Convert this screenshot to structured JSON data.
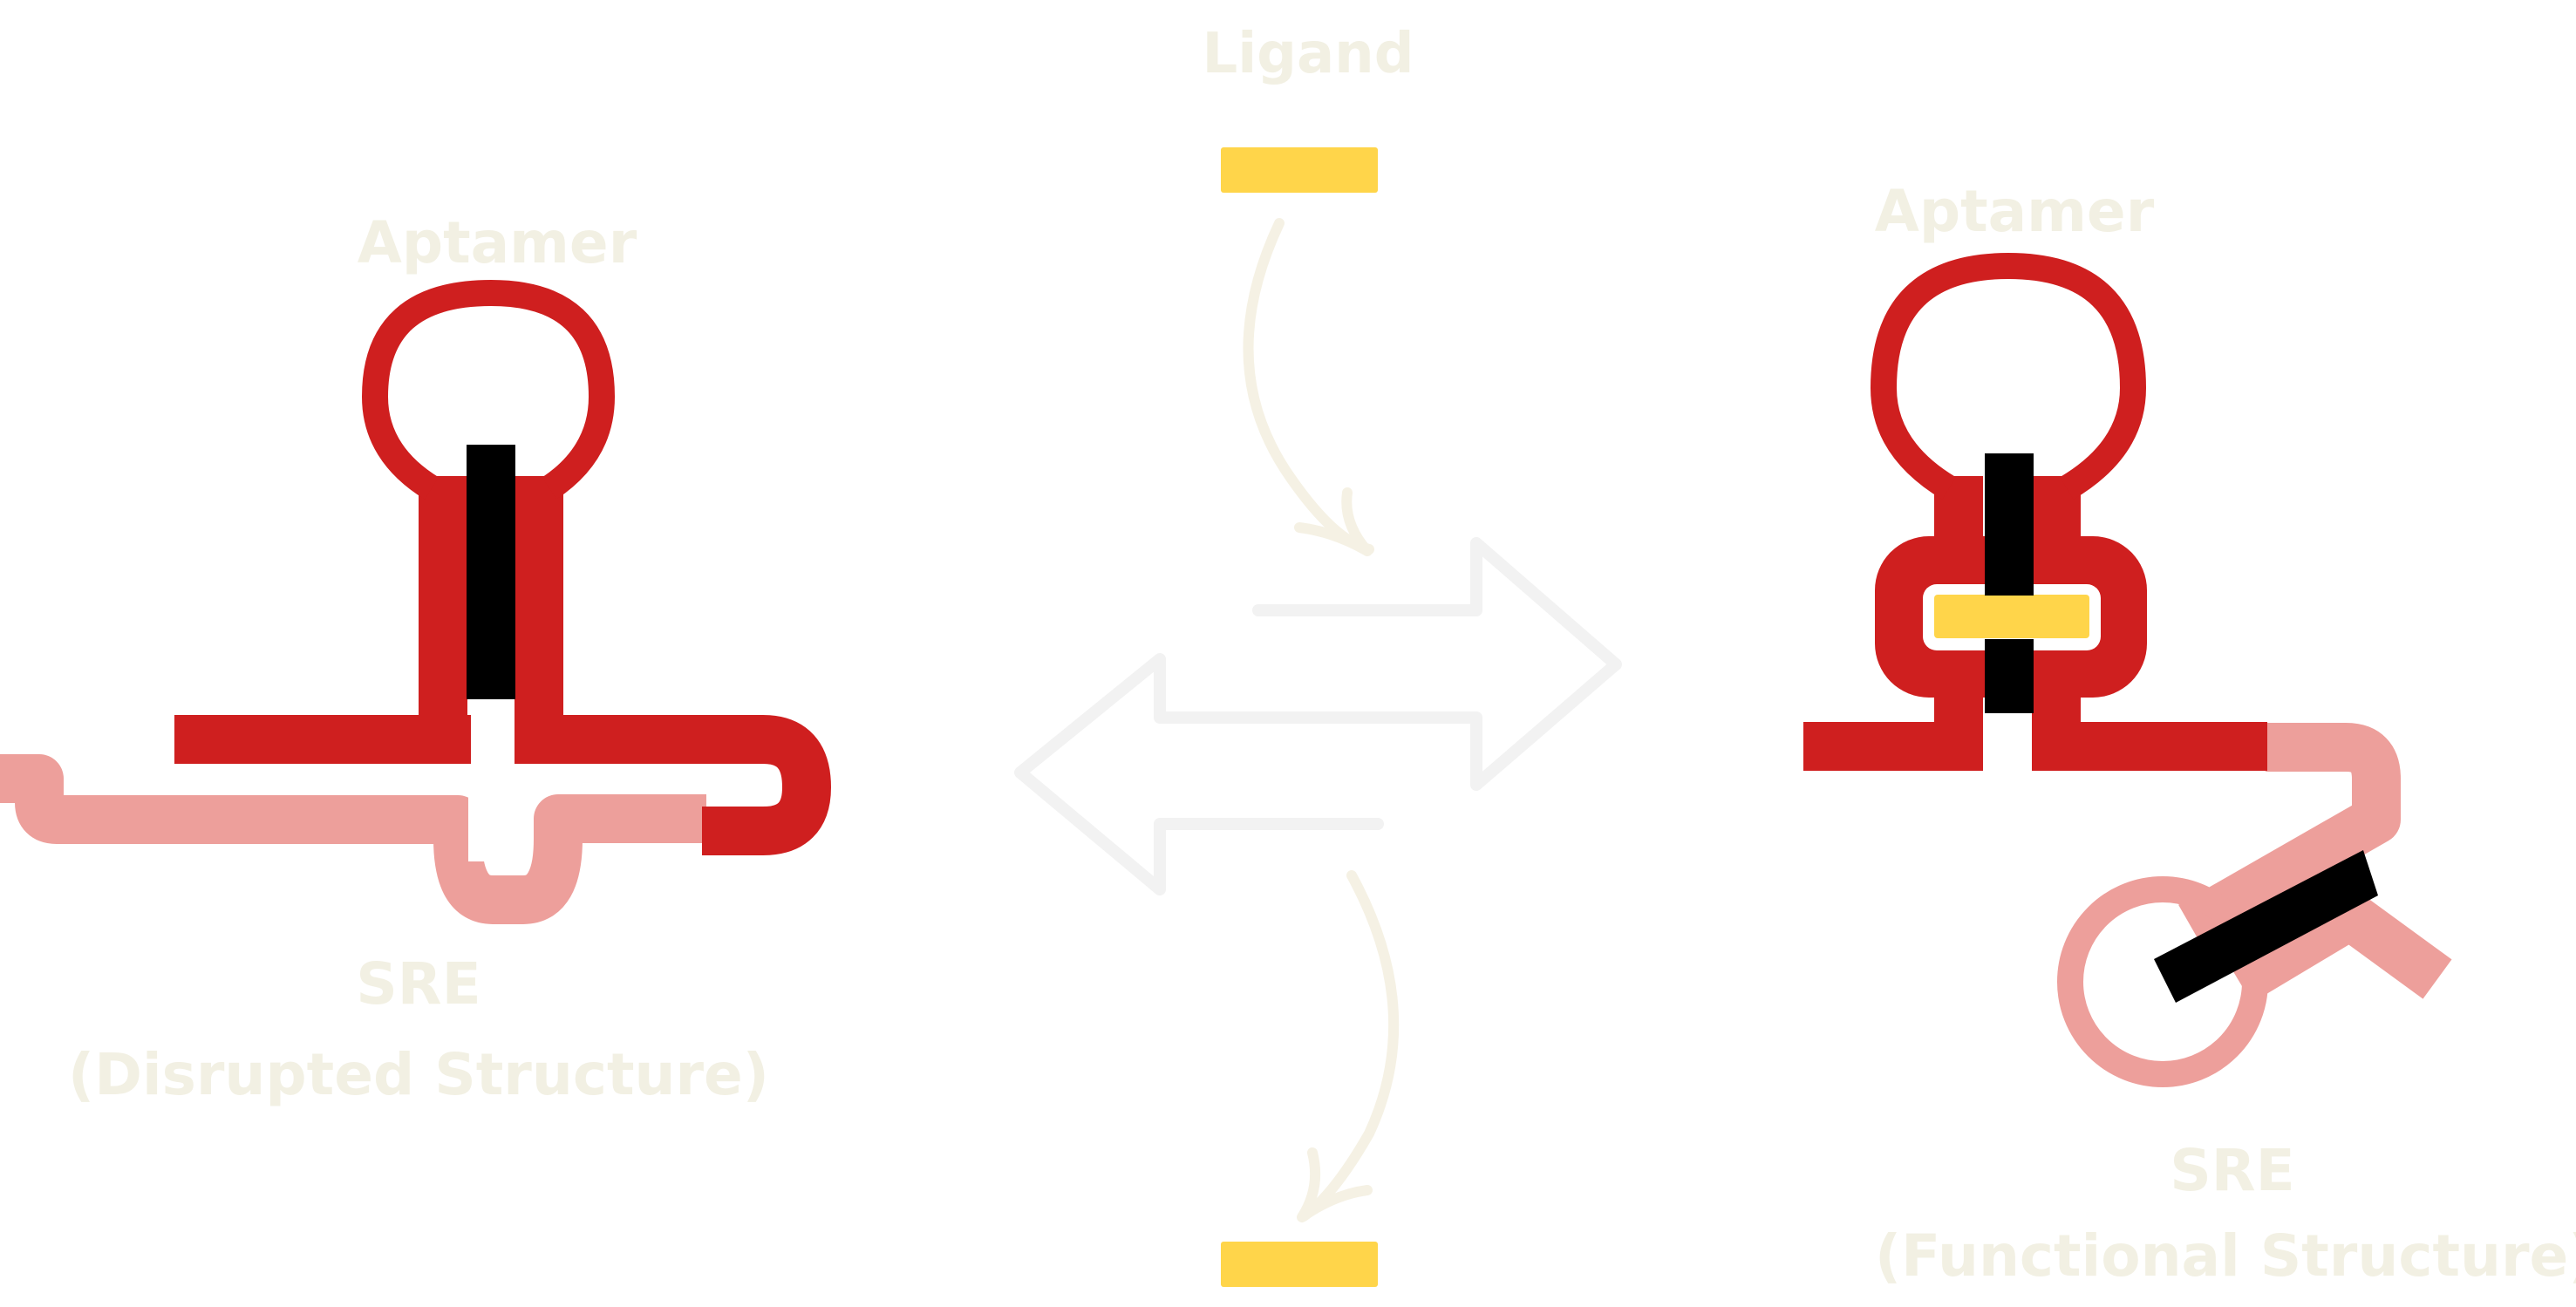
{
  "labels": {
    "ligand": "Ligand",
    "aptamer_left": "Aptamer",
    "aptamer_right": "Aptamer",
    "sre_left": "SRE",
    "sre_left_state": "(Disrupted Structure)",
    "sre_right": "SRE",
    "sre_right_state": "(Functional Structure)"
  },
  "colors": {
    "aptamer": "#cf1f1f",
    "sre": "#ed9f9b",
    "pairing": "#000000",
    "ligand": "#ffd54a",
    "arrow": "#f2f2f2",
    "curve_arrow": "#f5f1e4",
    "label": "#f2f0e3"
  },
  "icons": {
    "equilibrium": "bidirectional-arrow-icon",
    "binding": "curved-arrow-down-icon",
    "release": "curved-arrow-down-icon"
  }
}
